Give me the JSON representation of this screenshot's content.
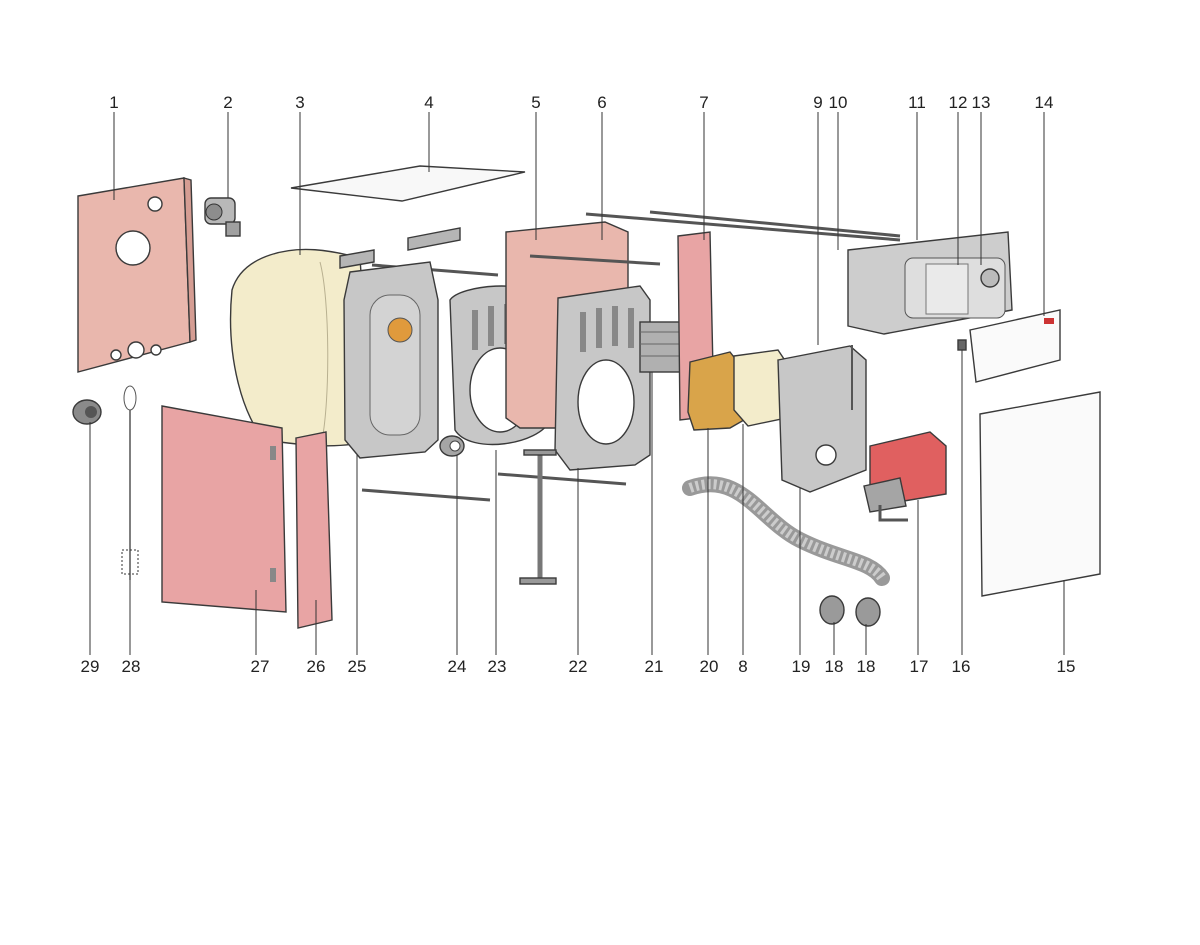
{
  "diagram": {
    "top_labels": [
      "1",
      "2",
      "3",
      "4",
      "5",
      "6",
      "7",
      "9",
      "10",
      "11",
      "12",
      "13",
      "14"
    ],
    "bottom_labels": [
      "29",
      "28",
      "27",
      "26",
      "25",
      "24",
      "23",
      "22",
      "21",
      "20",
      "8",
      "19",
      "18",
      "18",
      "17",
      "16",
      "15"
    ],
    "colors": {
      "red_panel": "#e8a4a4",
      "pink_panel": "#e9b7ad",
      "grey_part": "#c4c4c4",
      "insulation": "#f3eccb",
      "mesh": "#d9a44a",
      "burner": "#e06060",
      "white_panel": "#fafafa"
    }
  }
}
